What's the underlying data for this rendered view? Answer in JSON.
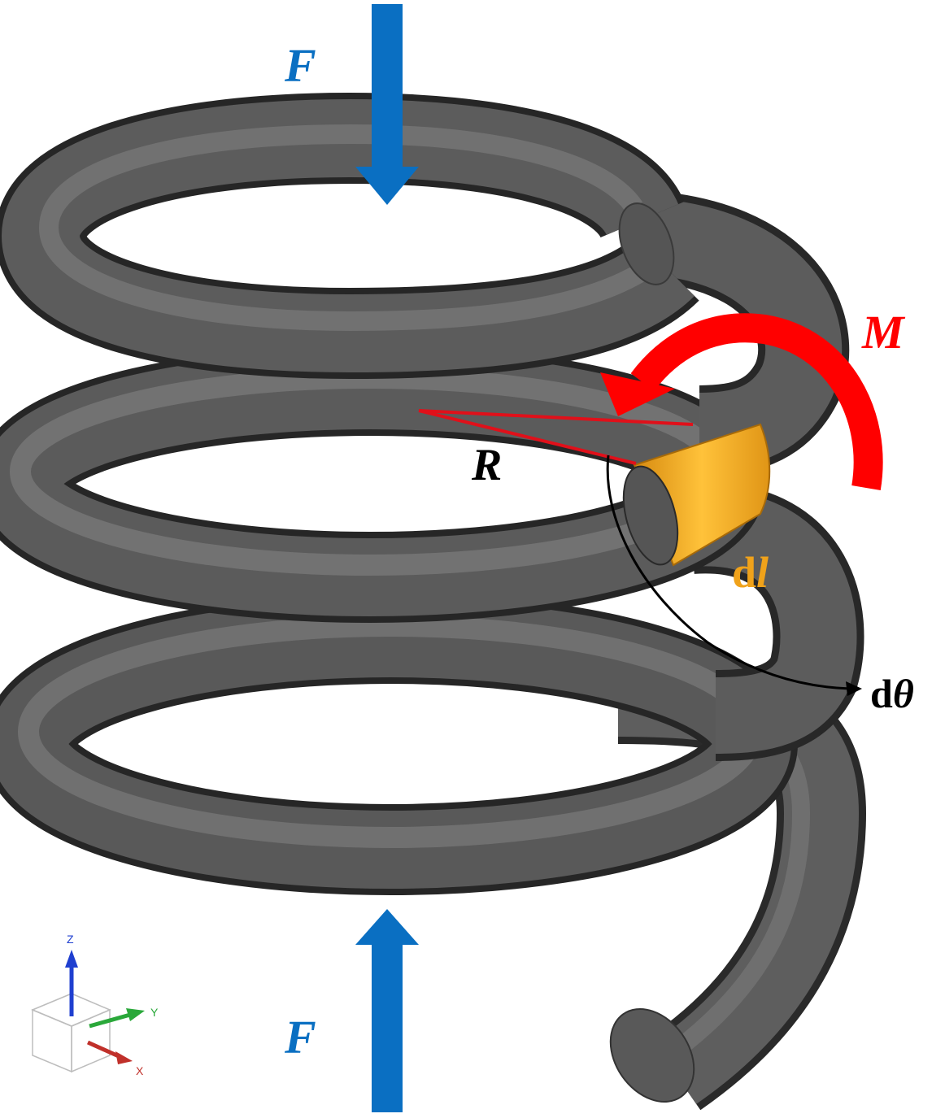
{
  "labels": {
    "force_top": "F",
    "force_bottom": "F",
    "moment": "M",
    "radius": "R",
    "element_length_prefix": "d",
    "element_length_var": "l",
    "angle_prefix": "d",
    "angle_var": "θ"
  },
  "triad": {
    "z": "Z",
    "y": "Y",
    "x": "X"
  },
  "colors": {
    "force": "#0a6fc2",
    "moment": "#ff0000",
    "radius_lines": "#e0101a",
    "element": "#f0a21a",
    "coil": "#5c5c5c",
    "coil_highlight": "#8f8f8f",
    "coil_shadow": "#262626",
    "axis_z": "#1f3fd0",
    "axis_y": "#2aa83a",
    "axis_x": "#c0302a"
  }
}
